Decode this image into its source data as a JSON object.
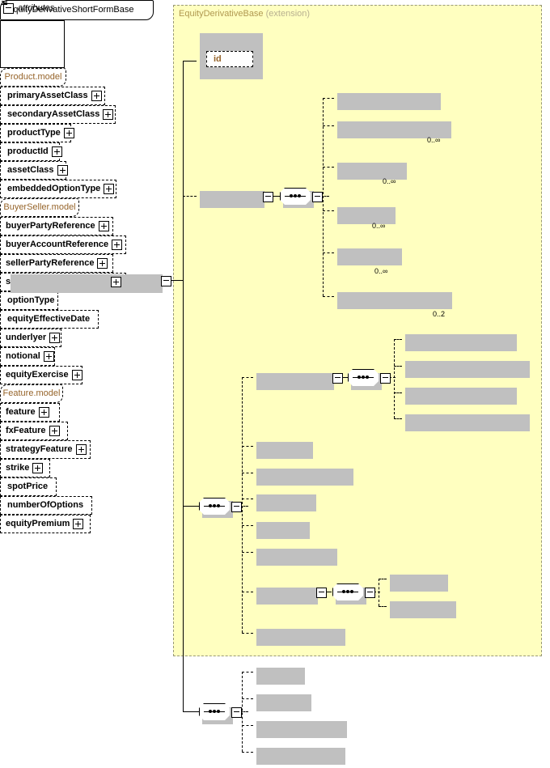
{
  "diagram": {
    "type": "xsd-schema-diagram",
    "root": {
      "name": "EquityDerivativeShortFormBase"
    },
    "extension": {
      "name": "EquityDerivativeBase",
      "kind": "(extension)"
    },
    "attributes_group": {
      "label": "attributes",
      "items": [
        {
          "name": "id"
        }
      ]
    },
    "models": {
      "product": {
        "label": "Product.model"
      },
      "buyer_seller": {
        "label": "BuyerSeller.model"
      },
      "feature": {
        "label": "Feature.model"
      }
    },
    "product_children": [
      {
        "name": "primaryAssetClass",
        "occurs": "",
        "plus": true
      },
      {
        "name": "secondaryAssetClass",
        "occurs": "0..∞",
        "plus": true
      },
      {
        "name": "productType",
        "occurs": "0..∞",
        "plus": true
      },
      {
        "name": "productId",
        "occurs": "0..∞",
        "plus": true
      },
      {
        "name": "assetClass",
        "occurs": "0..∞",
        "plus": true
      },
      {
        "name": "embeddedOptionType",
        "occurs": "0..2",
        "plus": true
      }
    ],
    "buyer_seller_children": [
      {
        "name": "buyerPartyReference",
        "occurs": "",
        "plus": true
      },
      {
        "name": "buyerAccountReference",
        "occurs": "",
        "plus": true
      },
      {
        "name": "sellerPartyReference",
        "occurs": "",
        "plus": true
      },
      {
        "name": "sellerAccountReference",
        "occurs": "",
        "plus": true
      }
    ],
    "main_children": [
      {
        "name": "optionType",
        "occurs": "",
        "plus": false
      },
      {
        "name": "equityEffectiveDate",
        "occurs": "",
        "plus": false
      },
      {
        "name": "underlyer",
        "occurs": "",
        "plus": true
      },
      {
        "name": "notional",
        "occurs": "",
        "plus": true
      },
      {
        "name": "equityExercise",
        "occurs": "",
        "plus": true
      },
      {
        "name": "strategyFeature",
        "occurs": "",
        "plus": true
      }
    ],
    "feature_children": [
      {
        "name": "feature",
        "occurs": "",
        "plus": true
      },
      {
        "name": "fxFeature",
        "occurs": "",
        "plus": true
      }
    ],
    "tail_children": [
      {
        "name": "strike",
        "occurs": "",
        "plus": true
      },
      {
        "name": "spotPrice",
        "occurs": "",
        "plus": false
      },
      {
        "name": "numberOfOptions",
        "occurs": "",
        "plus": false
      },
      {
        "name": "equityPremium",
        "occurs": "",
        "plus": true
      }
    ],
    "colors": {
      "extension_fill": "#ffffc0",
      "extension_border": "#999977",
      "model_text": "#96642a",
      "attribute_text": "#96642a",
      "title_text": "#b09850",
      "shadow": "#c0c0c0"
    }
  }
}
